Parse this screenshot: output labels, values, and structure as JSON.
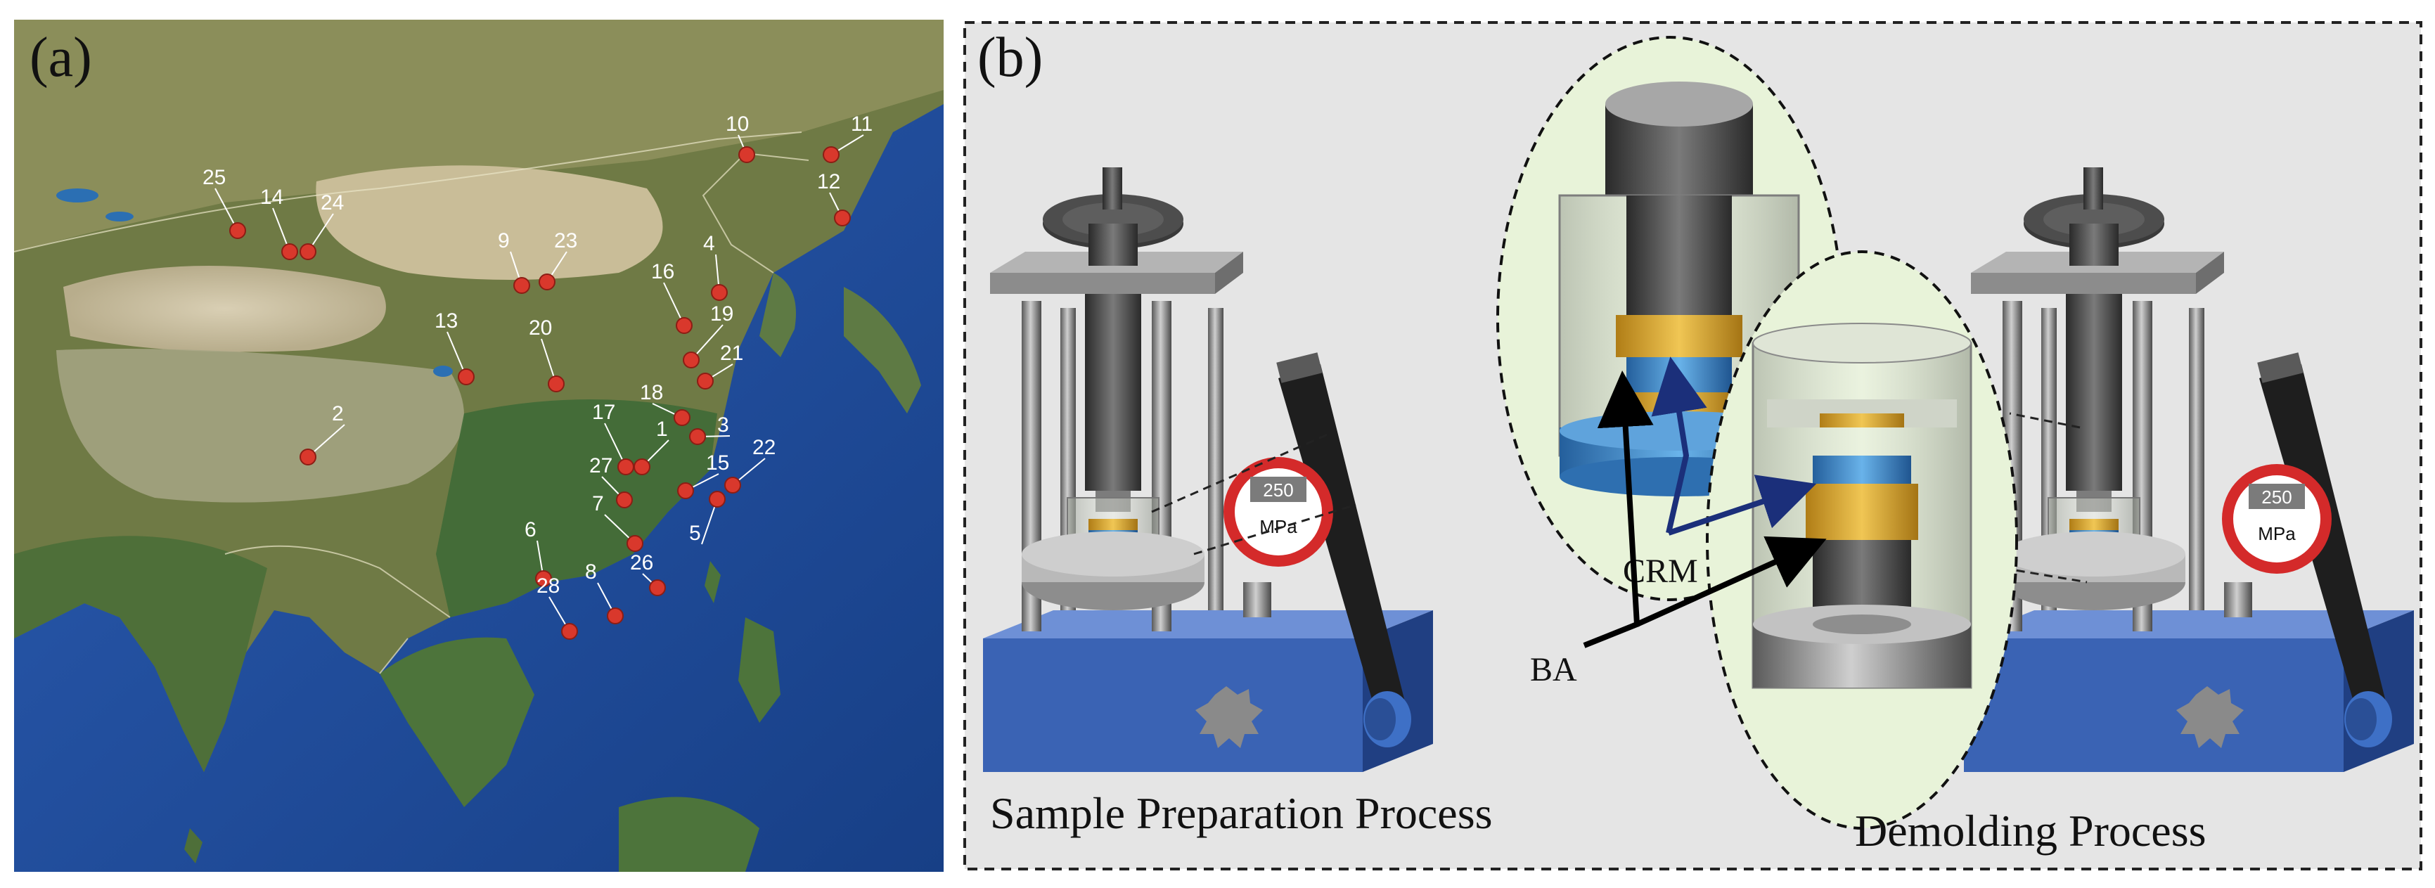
{
  "panel_a": {
    "label": "(a)",
    "sites": [
      {
        "id": "1"
      },
      {
        "id": "2"
      },
      {
        "id": "3"
      },
      {
        "id": "4"
      },
      {
        "id": "5"
      },
      {
        "id": "6"
      },
      {
        "id": "7"
      },
      {
        "id": "8"
      },
      {
        "id": "9"
      },
      {
        "id": "10"
      },
      {
        "id": "11"
      },
      {
        "id": "12"
      },
      {
        "id": "13"
      },
      {
        "id": "14"
      },
      {
        "id": "15"
      },
      {
        "id": "16"
      },
      {
        "id": "17"
      },
      {
        "id": "18"
      },
      {
        "id": "19"
      },
      {
        "id": "20"
      },
      {
        "id": "21"
      },
      {
        "id": "22"
      },
      {
        "id": "23"
      },
      {
        "id": "24"
      },
      {
        "id": "25"
      },
      {
        "id": "26"
      },
      {
        "id": "27"
      },
      {
        "id": "28"
      }
    ],
    "colors": {
      "marker": "#d9382c",
      "leader": "#ffffff",
      "ocean": "#1f4e9e",
      "land": "#8a8a5a"
    }
  },
  "panel_b": {
    "label": "(b)",
    "gauge_value": "250",
    "gauge_unit": "MPa",
    "callouts": {
      "crm": "CRM",
      "ba": "BA"
    },
    "captions": {
      "left": "Sample Preparation Process",
      "right": "Demolding Process"
    },
    "colors": {
      "base": "#3a63b4",
      "frame": "#a9a9a9",
      "gauge": "#d42a2a",
      "zoom_fill": "#e8f3d9",
      "sample_yellow": "#e2b337",
      "sample_blue": "#3d8fd1",
      "crm_arrow": "#1b2f7a"
    }
  }
}
